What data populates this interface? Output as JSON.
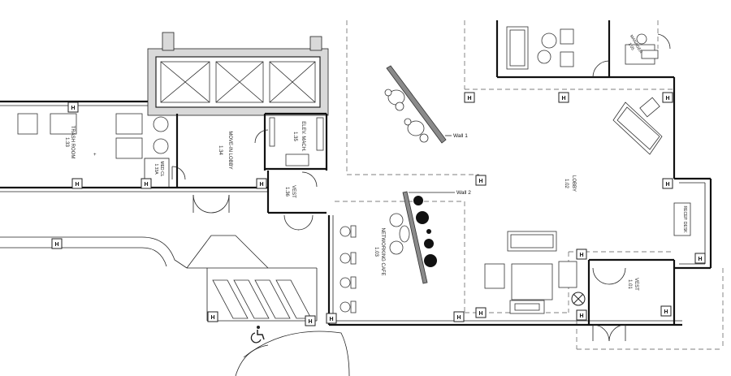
{
  "rooms": {
    "trash_room": {
      "name": "TRASH ROOM",
      "number": "1.33"
    },
    "move_in_lobby": {
      "name": "MOVE-IN LOBBY",
      "number": "1.34"
    },
    "elev_mach": {
      "name": "ELEV. MACH.",
      "number": "1.35"
    },
    "vest_136": {
      "name": "VEST",
      "number": "1.36"
    },
    "med_cl": {
      "name": "MED CL",
      "number": "1.33A"
    },
    "networking_cafe": {
      "name": "NETWORKING CAFE",
      "number": "1.03"
    },
    "lobby": {
      "name": "LOBBY",
      "number": "1.02"
    },
    "vest_101": {
      "name": "VEST",
      "number": "1.01"
    },
    "manager": {
      "name": "MANAGER",
      "number": "1.05"
    }
  },
  "callouts": {
    "wall1": "Wall 1",
    "wall2": "Wall 2"
  },
  "markers": {
    "column_letter": "H"
  },
  "signs": {
    "reception": "RECEP. DESK"
  },
  "icons": {
    "accessible": "accessible-icon",
    "compass": "compass-icon"
  }
}
